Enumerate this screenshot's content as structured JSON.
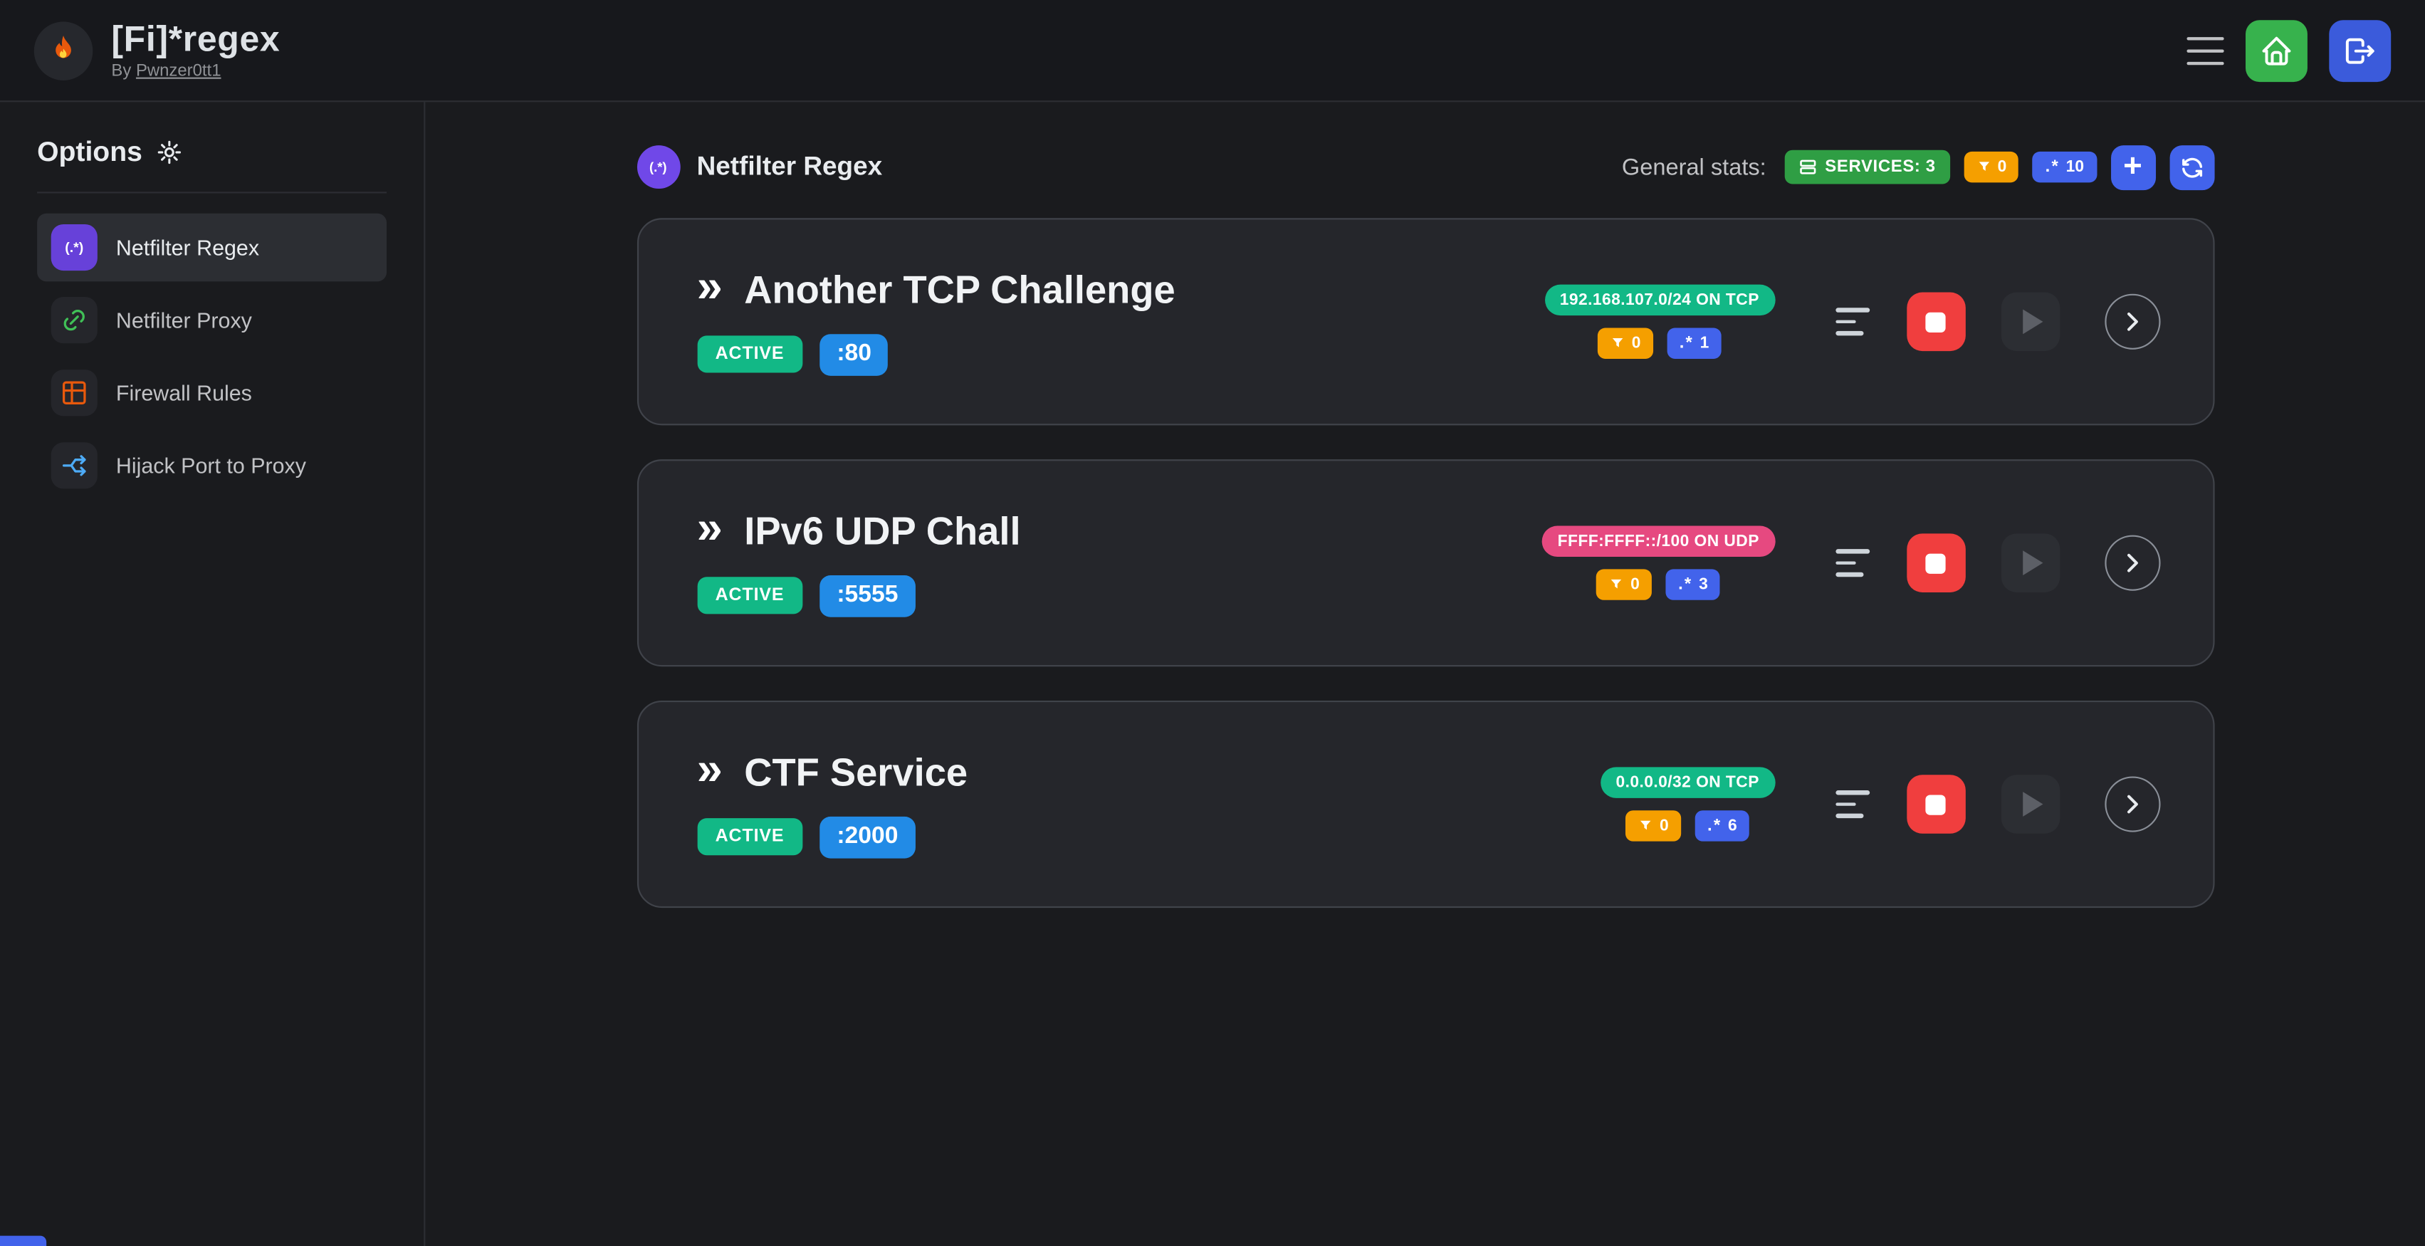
{
  "topbar": {
    "title": "[Fi]*regex",
    "by_label": "By",
    "author": "Pwnzer0tt1"
  },
  "sidebar": {
    "header": "Options",
    "items": [
      {
        "label": "Netfilter Regex"
      },
      {
        "label": "Netfilter Proxy"
      },
      {
        "label": "Firewall Rules"
      },
      {
        "label": "Hijack Port to Proxy"
      }
    ]
  },
  "header": {
    "title": "Netfilter Regex",
    "stats_label": "General stats:",
    "services_badge": "SERVICES: 3",
    "filters_count": "0",
    "regexes_count": "10"
  },
  "glyphs": {
    "regex_icon": ".*",
    "regex_paren_icon": "(.*)",
    "plus": "+",
    "chevrons": "»"
  },
  "colors": {
    "accent_indigo": "#4263eb",
    "accent_green": "#2f9e44",
    "accent_teal": "#12b886",
    "accent_orange": "#f59f00",
    "accent_blue": "#228be6",
    "accent_pink": "#e64980",
    "danger_red": "#f03e3e",
    "violet": "#7048e8"
  },
  "services": [
    {
      "name": "Another TCP Challenge",
      "status": "ACTIVE",
      "port": ":80",
      "target": "192.168.107.0/24 ON TCP",
      "target_color": "#12b886",
      "filters_count": "0",
      "regexes_count": "1"
    },
    {
      "name": "IPv6 UDP Chall",
      "status": "ACTIVE",
      "port": ":5555",
      "target": "FFFF:FFFF::/100 ON UDP",
      "target_color": "#e64980",
      "filters_count": "0",
      "regexes_count": "3"
    },
    {
      "name": "CTF Service",
      "status": "ACTIVE",
      "port": ":2000",
      "target": "0.0.0.0/32 ON TCP",
      "target_color": "#12b886",
      "filters_count": "0",
      "regexes_count": "6"
    }
  ]
}
